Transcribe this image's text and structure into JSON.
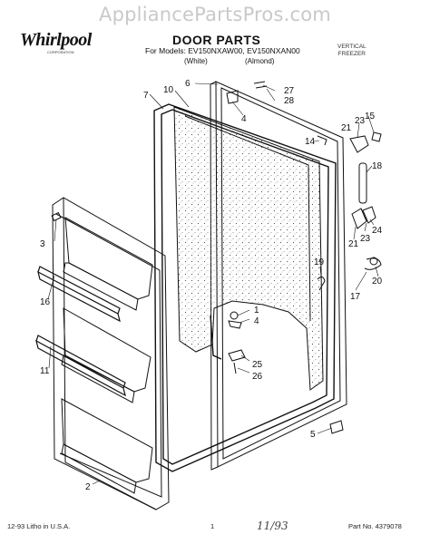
{
  "watermark": "AppliancePartsPros.com",
  "header": {
    "brand": "Whirlpool",
    "brand_sub": "CORPORATION",
    "title": "DOOR PARTS",
    "models": "For Models: EV150NXAW00, EV150NXAN00",
    "color_white": "(White)",
    "color_almond": "(Almond)",
    "category": "VERTICAL\nFREEZER"
  },
  "footer": {
    "left": "12-93 Litho in U.S.A.",
    "page": "1",
    "handwritten": "11/93",
    "part_no": "Part No. 4379078"
  },
  "callouts": [
    "1",
    "2",
    "3",
    "4",
    "4",
    "5",
    "6",
    "7",
    "10",
    "11",
    "14",
    "15",
    "16",
    "17",
    "18",
    "19",
    "20",
    "21",
    "21",
    "23",
    "23",
    "24",
    "25",
    "26",
    "27",
    "28"
  ],
  "colors": {
    "line": "#111111",
    "watermark": "#c9c9c9"
  }
}
